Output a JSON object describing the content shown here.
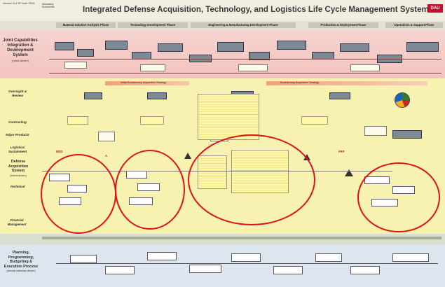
{
  "header": {
    "title": "Integrated Defense Acquisition, Technology, and Logistics Life Cycle Management System",
    "version": "Version 5.4  15 June 2010",
    "logo": "DAU"
  },
  "phases": [
    {
      "label": "Material Solution Analysis Phase"
    },
    {
      "label": "Technology Development Phase"
    },
    {
      "label": "Engineering & Manufacturing Development Phase"
    },
    {
      "label": "Production & Deployment Phase"
    },
    {
      "label": "Operations & Support Phase"
    }
  ],
  "lanes": {
    "jcids": "Joint Capabilities Integration & Development System",
    "jcids_sub": "(need-driven)",
    "oversight": "Oversight & Review",
    "contracting": "Contracting",
    "major_products": "Major Products",
    "logistics": "Logistics/ Sustainment",
    "das": "Defense Acquisition System",
    "das_sub": "(event-driven)",
    "technical": "Technical",
    "financial": "Financial Management",
    "ppbe": "Planning, Programming, Budgeting & Execution Process",
    "ppbe_sub": "(annual calendar-driven)"
  },
  "milestones": {
    "mdd": "MDD",
    "a": "A",
    "frp": "FRP"
  },
  "strategies": {
    "initial": "Initial Evolutionary Acquisition Strategy",
    "evolutionary": "Evolutionary Acquisition Strategy"
  },
  "colors": {
    "highlight_circle": "#e0101a",
    "jcids_band": "#f3c9c6",
    "das_band": "#f9f3a8",
    "ppbe_band": "#d7e3ec"
  }
}
